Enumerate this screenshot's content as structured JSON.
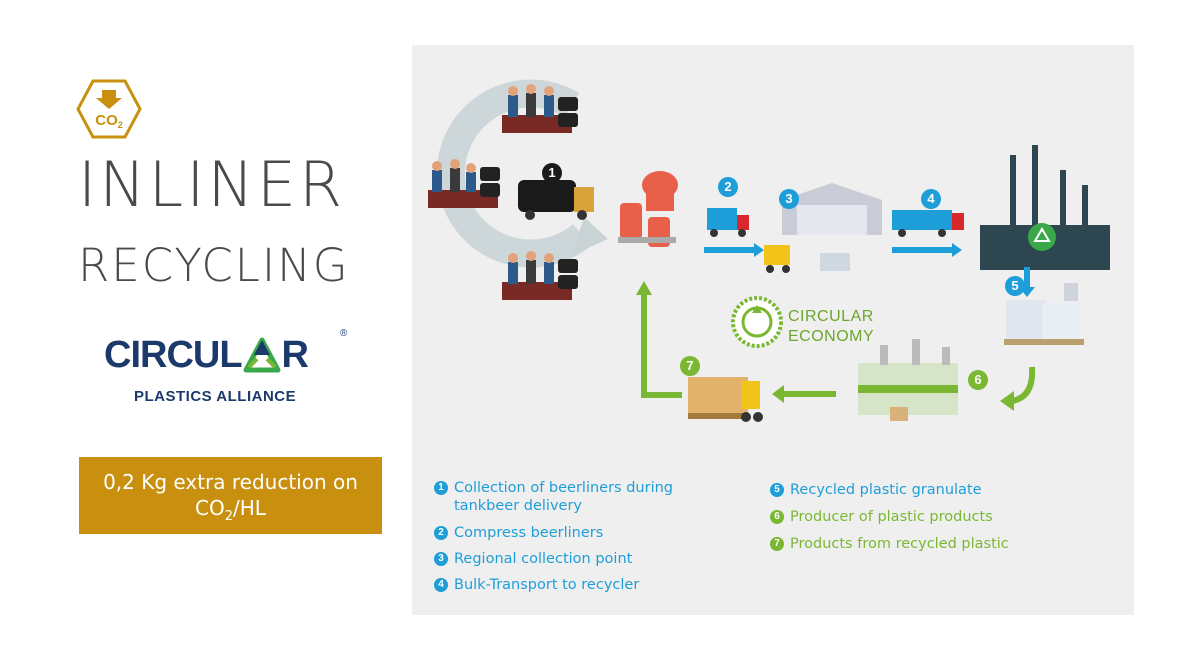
{
  "title": {
    "line1": "INLINER",
    "line2": "RECYCLING"
  },
  "co2_badge": {
    "label": "CO",
    "sub": "2",
    "icon": "co2-down-arrow-hexagon-icon"
  },
  "logo": {
    "word_left": "CIRCUL",
    "word_right": "R",
    "registered": "®",
    "subtitle": "PLASTICS ALLIANCE"
  },
  "reduction": {
    "line1": "0,2 Kg extra reduction on",
    "line2_prefix": "CO",
    "line2_sub": "2",
    "line2_suffix": "/HL"
  },
  "diagram": {
    "steps": [
      "1",
      "2",
      "3",
      "4",
      "5",
      "6",
      "7"
    ],
    "circular_label_1": "CIRCULAR",
    "circular_label_2": "ECONOMY"
  },
  "legend": {
    "left": [
      {
        "num": "1",
        "text": "Collection of beerliners during tankbeer delivery"
      },
      {
        "num": "2",
        "text": "Compress beerliners"
      },
      {
        "num": "3",
        "text": "Regional collection point"
      },
      {
        "num": "4",
        "text": "Bulk-Transport to recycler"
      }
    ],
    "right": [
      {
        "num": "5",
        "text": "Recycled plastic granulate"
      },
      {
        "num": "6",
        "text": "Producer of plastic products"
      },
      {
        "num": "7",
        "text": "Products from recycled plastic"
      }
    ]
  },
  "colors": {
    "accent_gold": "#c8900e",
    "blue": "#1e9ed8",
    "green": "#7ab833",
    "navy": "#1b3a6b",
    "panel_bg": "#efefef"
  }
}
